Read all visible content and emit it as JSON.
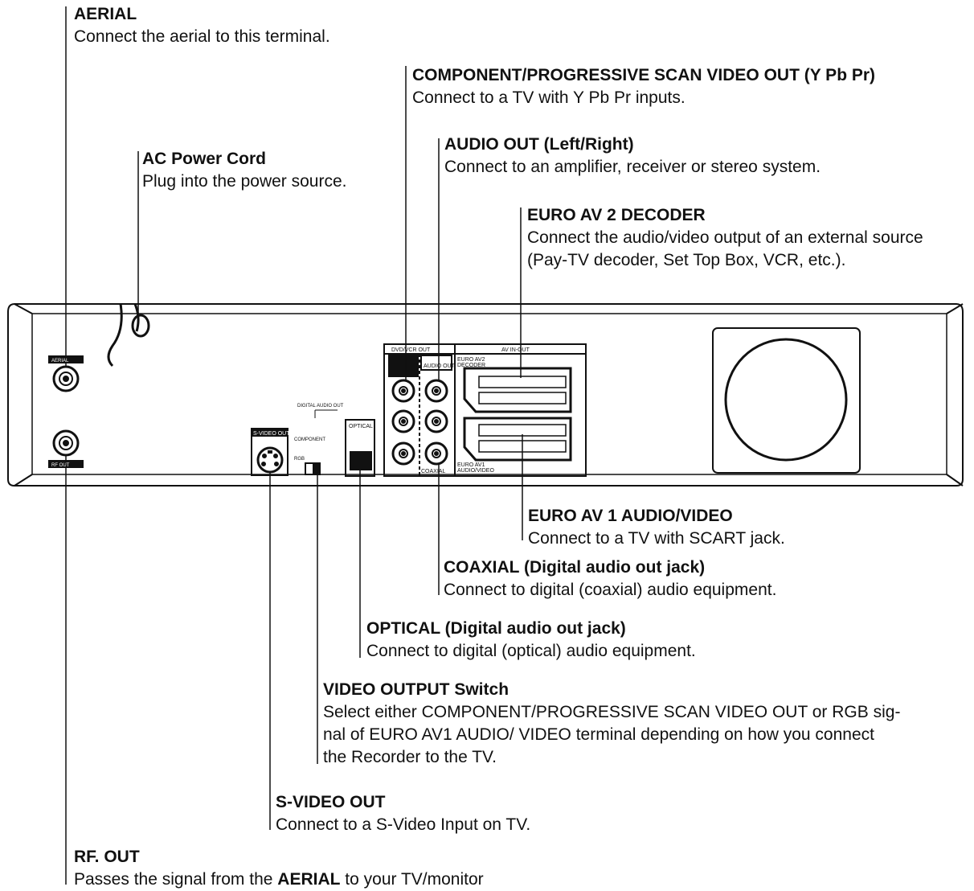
{
  "callouts": {
    "aerial": {
      "title": "AERIAL",
      "desc": "Connect the aerial to this terminal."
    },
    "component": {
      "title": "COMPONENT/PROGRESSIVE SCAN VIDEO OUT (Y Pb Pr)",
      "desc": "Connect to a TV with Y Pb Pr inputs."
    },
    "ac_power": {
      "title": "AC Power Cord",
      "desc": "Plug into the power source."
    },
    "audio_out": {
      "title": "AUDIO OUT (Left/Right)",
      "desc": "Connect to an amplifier, receiver or stereo system."
    },
    "euro_av2": {
      "title": "EURO AV 2 DECODER",
      "desc1": "Connect the audio/video output of an external source",
      "desc2": "(Pay-TV decoder, Set Top Box, VCR, etc.)."
    },
    "euro_av1": {
      "title": "EURO AV 1 AUDIO/VIDEO",
      "desc": "Connect to a TV with SCART jack."
    },
    "coaxial": {
      "title": "COAXIAL (Digital audio out jack)",
      "desc": "Connect to digital (coaxial) audio equipment."
    },
    "optical": {
      "title": "OPTICAL (Digital audio out jack)",
      "desc": "Connect to digital (optical) audio equipment."
    },
    "video_switch": {
      "title": "VIDEO OUTPUT Switch",
      "desc1": "Select either COMPONENT/PROGRESSIVE SCAN VIDEO OUT or RGB sig-",
      "desc2": "nal of EURO AV1 AUDIO/ VIDEO terminal depending on how you connect",
      "desc3": "the Recorder to the TV."
    },
    "svideo": {
      "title": "S-VIDEO OUT",
      "desc": "Connect to a S-Video Input on TV."
    },
    "rf_out": {
      "title": "RF. OUT",
      "desc_pre": "Passes the signal from the ",
      "desc_bold": "AERIAL",
      "desc_post": " to your TV/monitor"
    }
  },
  "panel_labels": {
    "dvd_vcr_out": "DVD/VCR OUT",
    "av_in_out": "AV IN-OUT",
    "audio_out": "AUDIO OUT",
    "euro_av2": "EURO AV2",
    "decoder": "DECODER",
    "euro_av1": "EURO AV1",
    "audio_video": "AUDIO/VIDEO",
    "coaxial": "COAXIAL",
    "optical": "OPTICAL",
    "svideo_out": "S-VIDEO OUT",
    "digital_audio_out": "DIGITAL AUDIO OUT",
    "component": "COMPONENT",
    "rgb": "RGB",
    "aerial": "AERIAL",
    "rf_out": "RF OUT"
  }
}
